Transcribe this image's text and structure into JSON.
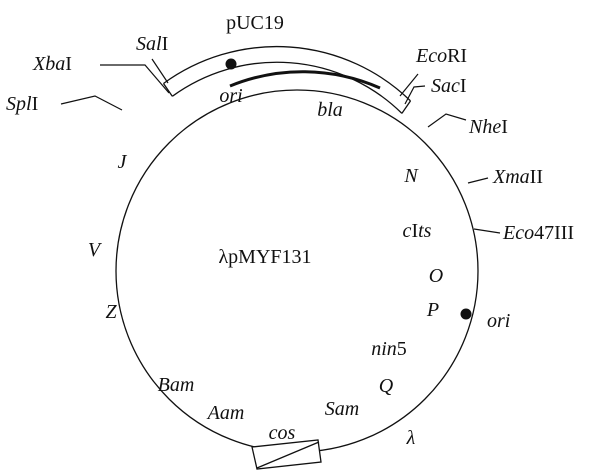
{
  "plasmid_name": "λpMYF131",
  "vector": "pUC19",
  "lambda_label": "λ",
  "restriction_sites": {
    "xbai": {
      "italic": "Xba",
      "roman": "I"
    },
    "sali": {
      "italic": "Sal",
      "roman": "I"
    },
    "spli": {
      "italic": "Spl",
      "roman": "I"
    },
    "ecori": {
      "italic": "Eco",
      "roman": "RI"
    },
    "saci": {
      "italic": "Sac",
      "roman": "I"
    },
    "nhei": {
      "italic": "Nhe",
      "roman": "I"
    },
    "xmaii": {
      "italic": "Xma",
      "roman": "II"
    },
    "eco47iii": {
      "italic": "Eco",
      "roman": "47III"
    }
  },
  "genes": {
    "ori_vector": "ori",
    "bla": "bla",
    "J": "J",
    "N": "N",
    "cI_prefix": "c",
    "cI_roman": "I",
    "cI_suffix": "ts",
    "V": "V",
    "O": "O",
    "Z": "Z",
    "P": "P",
    "ori_lambda": "ori",
    "nin5_italic": "nin",
    "nin5_roman": "5",
    "Q": "Q",
    "Bam": "Bam",
    "Aam": "Aam",
    "Sam": "Sam",
    "cos": "cos"
  }
}
